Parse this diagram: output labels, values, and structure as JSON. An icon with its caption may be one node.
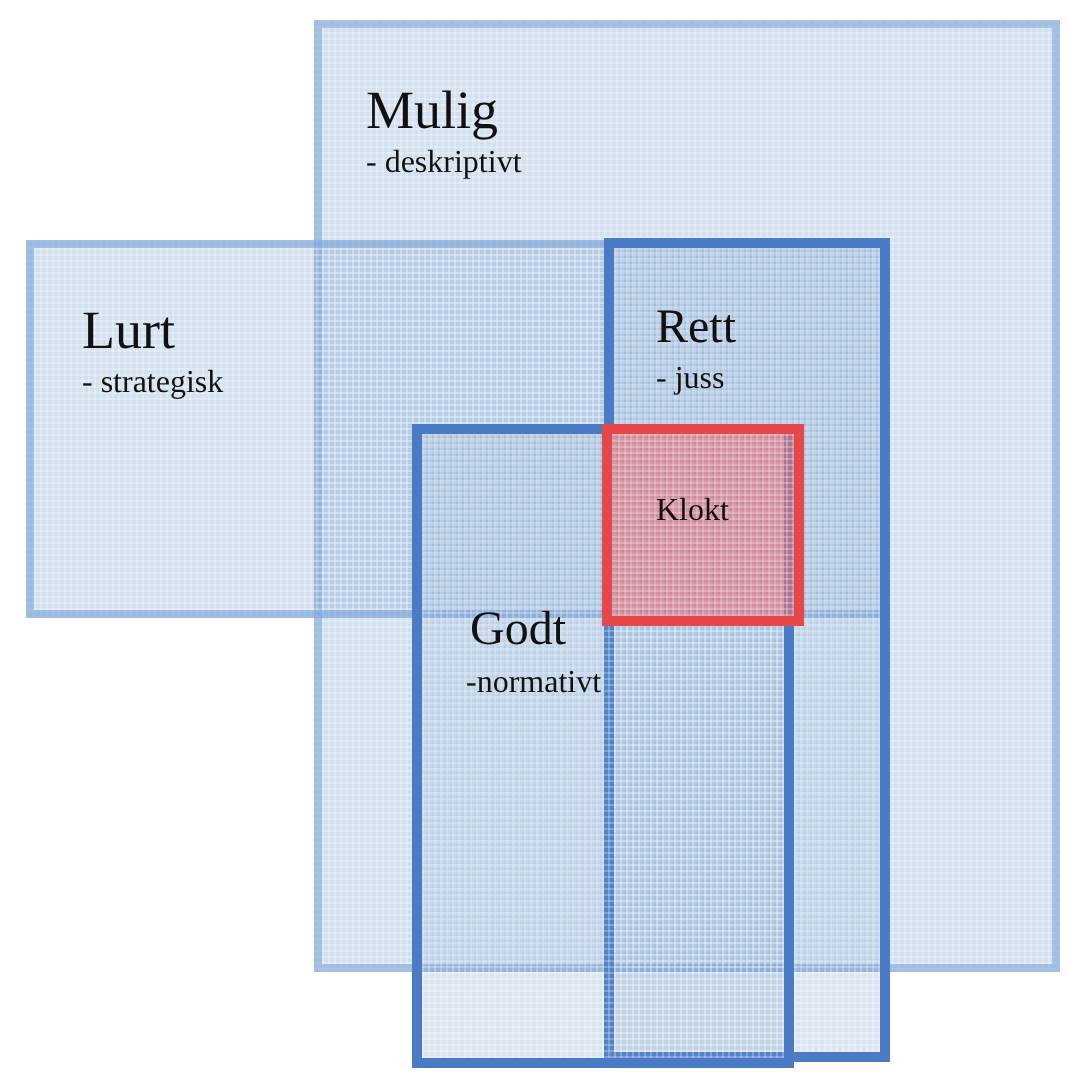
{
  "diagram": {
    "nodes": [
      {
        "text": [
          "Mulig",
          "- deskriptivt"
        ]
      },
      {
        "text": [
          "Lurt",
          "- strategisk"
        ]
      },
      {
        "text": [
          "Rett",
          "- juss"
        ]
      },
      {
        "text": [
          "Godt",
          "-normativt"
        ]
      },
      {
        "text": [
          "Klokt"
        ]
      }
    ]
  }
}
